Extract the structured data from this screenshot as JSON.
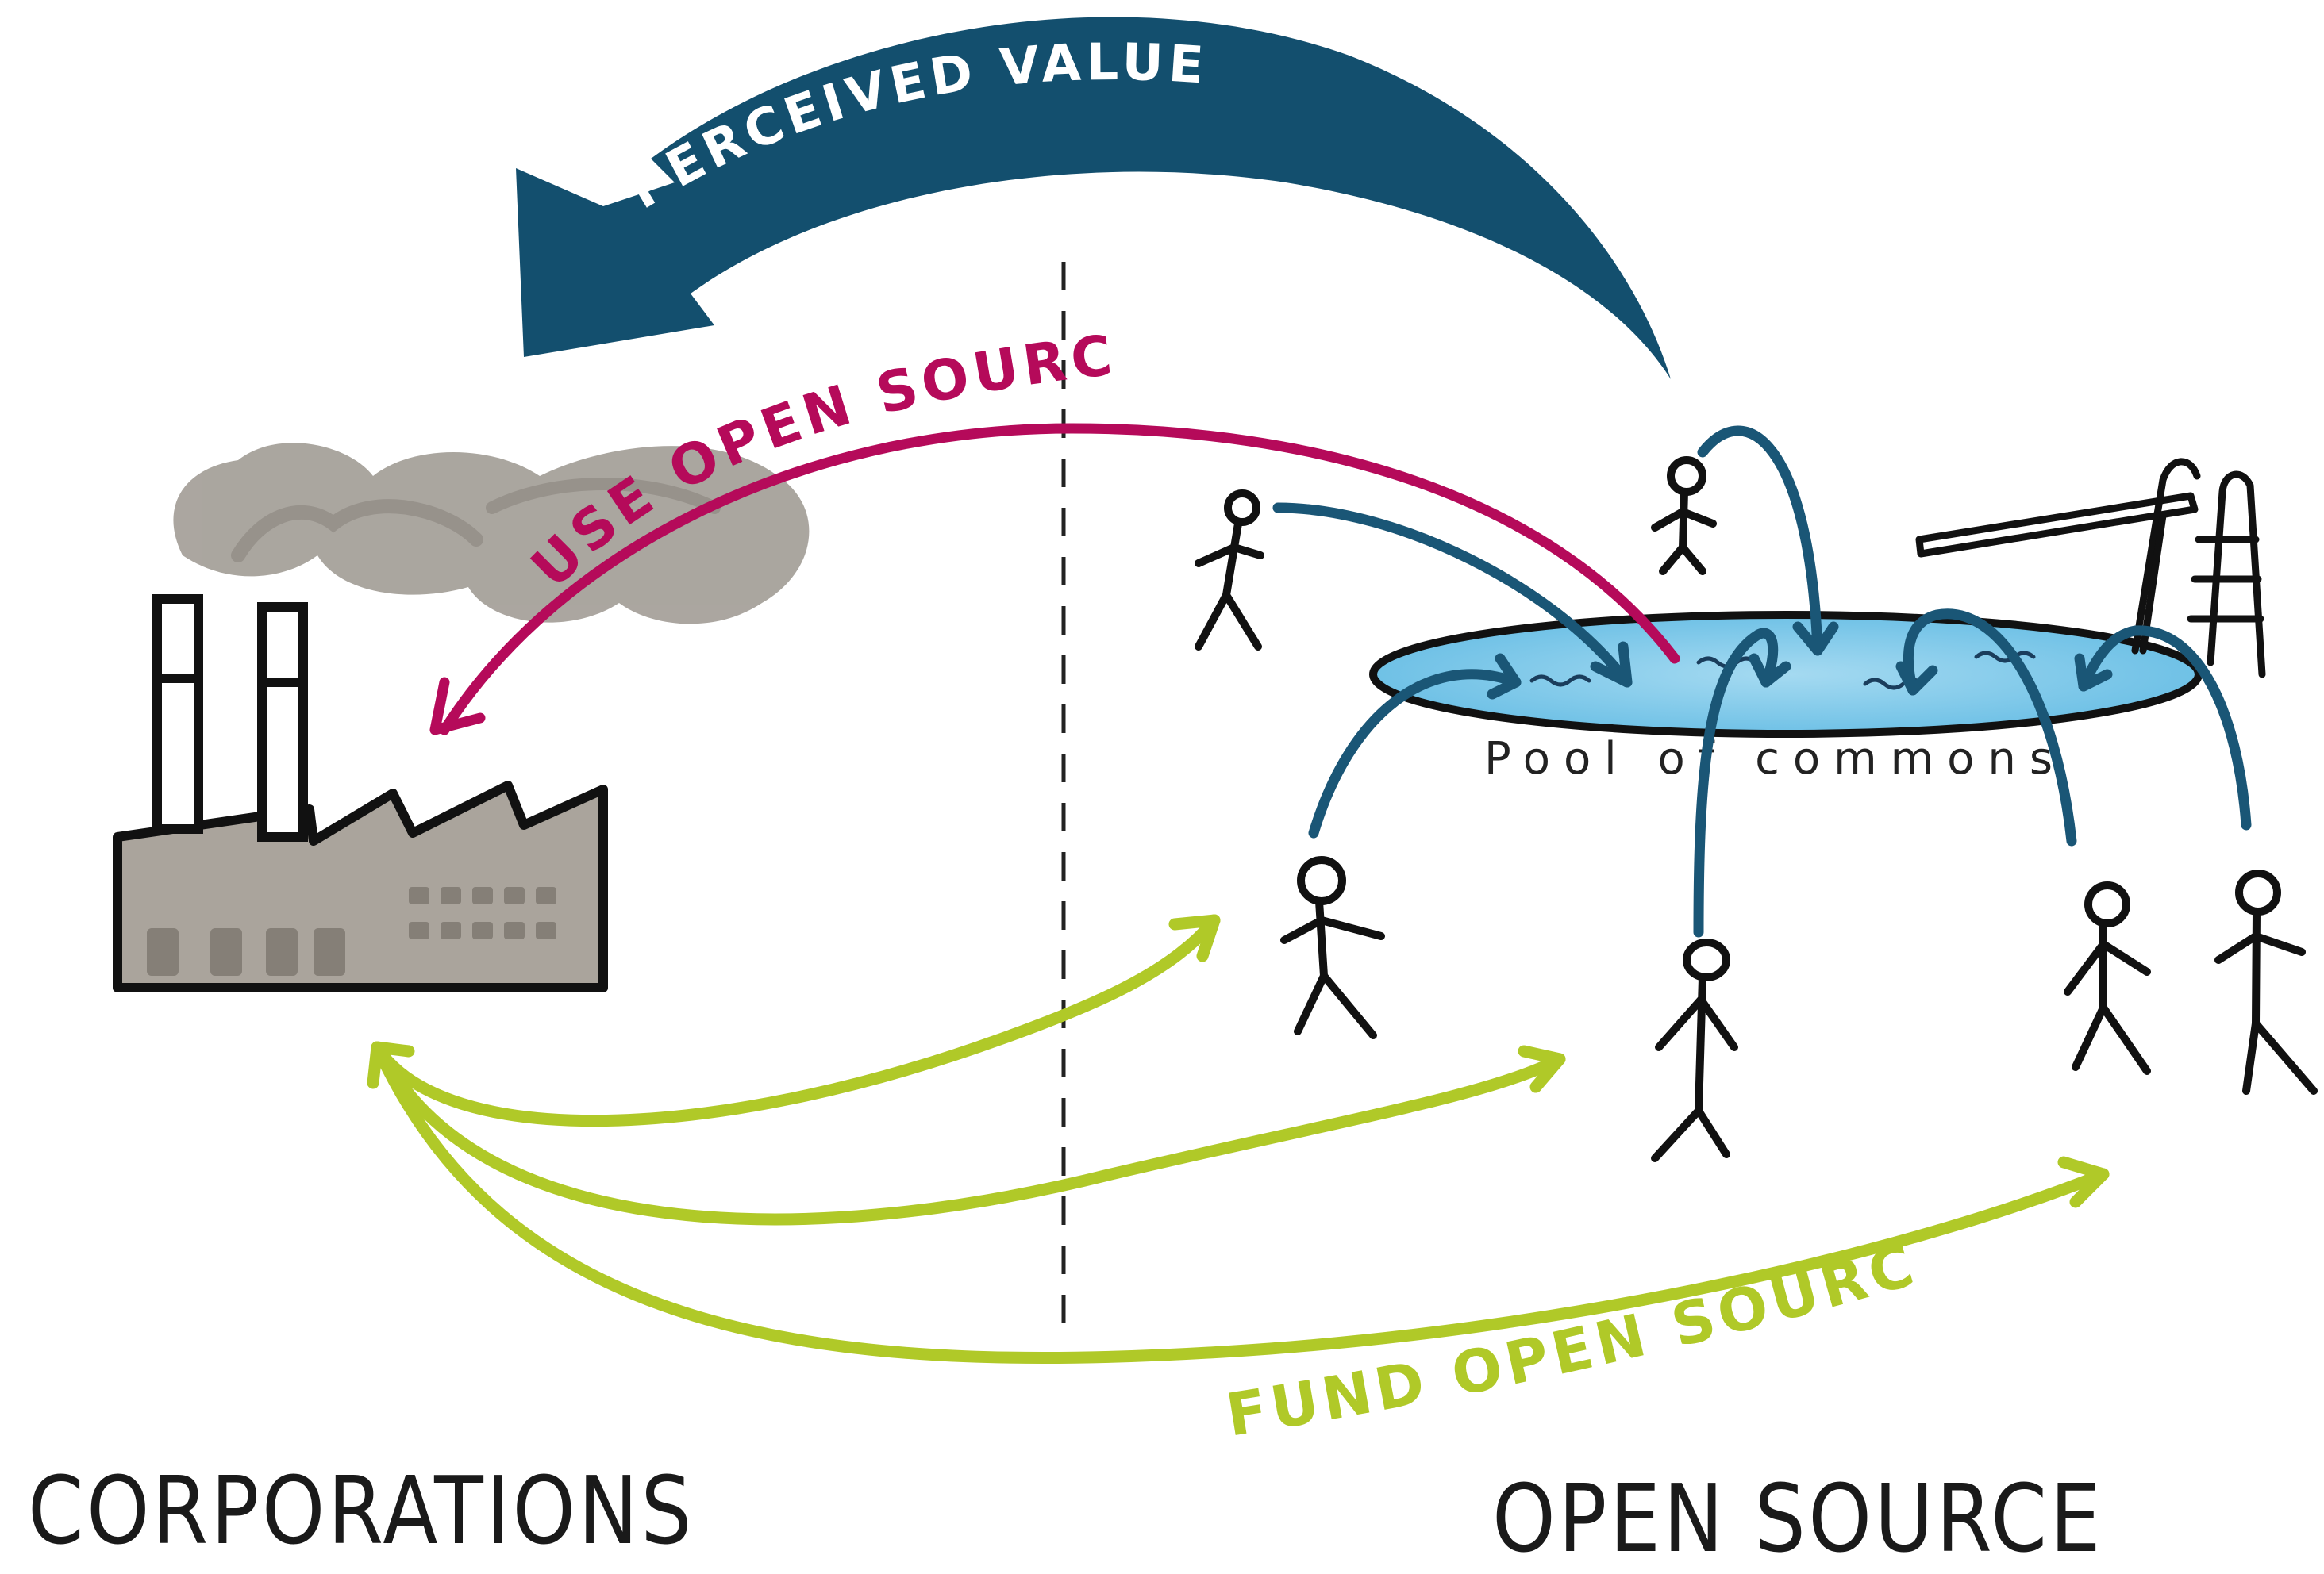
{
  "labels": {
    "perceived_value": "PERCEIVED VALUE",
    "use_open_source": "USE OPEN SOURCE",
    "fund_open_source": "FUND OPEN SOURCE",
    "corporations": "CORPORATIONS",
    "open_source": "OPEN SOURCE",
    "pool_of_commons": "Pool of commons"
  },
  "colors": {
    "perceived_value_arrow": "#134f6e",
    "use_arrow": "#b50a5a",
    "fund_arrow": "#b0c928",
    "contribution_arrows": "#1a5676",
    "pool_water": "#8fd0ec",
    "factory": "#aaa49c",
    "smoke": "#9c978f"
  },
  "icons": {
    "factory": "factory-icon",
    "pool": "swimming-pool-icon",
    "diving_board": "diving-board-icon",
    "person": "stick-figure-icon"
  }
}
